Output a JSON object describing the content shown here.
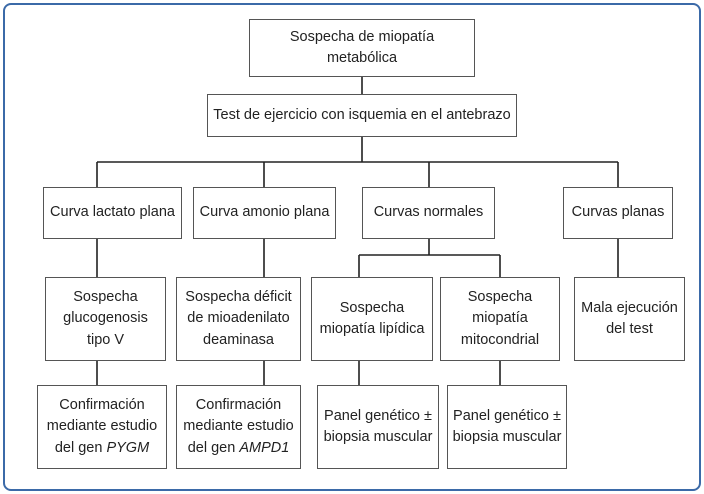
{
  "root": "Sospecha de miopatía metabólica",
  "test": "Test de ejercicio con isquemia en el antebrazo",
  "branches": {
    "lactato": {
      "result": "Curva lactato plana",
      "suspicion": "Sospecha\nglucogenosis\ntipo V",
      "confirm_prefix": "Confirmación\nmediante estudio\ndel gen ",
      "gene": "PYGM"
    },
    "amonio": {
      "result": "Curva amonio plana",
      "suspicion": "Sospecha déficit\nde mioadenilato\ndeaminasa",
      "confirm_prefix": "Confirmación\nmediante estudio\ndel gen ",
      "gene": "AMPD1"
    },
    "normales": {
      "result": "Curvas normales",
      "lipidica": {
        "suspicion": "Sospecha\nmiopatía lipídica",
        "action": "Panel genético ±\nbiopsia muscular"
      },
      "mitocondrial": {
        "suspicion": "Sospecha\nmiopatía\nmitocondrial",
        "action": "Panel genético ±\nbiopsia muscular"
      }
    },
    "planas": {
      "result": "Curvas planas",
      "conclusion": "Mala ejecución\ndel test"
    }
  }
}
